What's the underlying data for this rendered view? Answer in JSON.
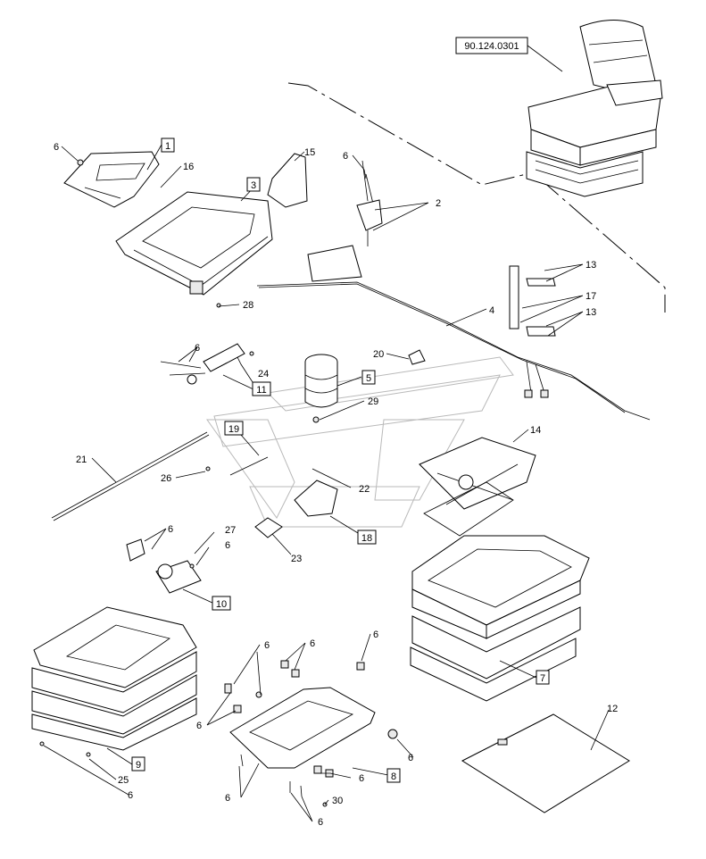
{
  "reference_code": "90.124.0301",
  "callouts_boxed": [
    "1",
    "3",
    "5",
    "7",
    "8",
    "9",
    "10",
    "11",
    "18",
    "19"
  ],
  "callouts": [
    "2",
    "4",
    "6",
    "12",
    "13",
    "14",
    "15",
    "16",
    "17",
    "20",
    "21",
    "22",
    "23",
    "24",
    "25",
    "26",
    "27",
    "28",
    "29",
    "30"
  ]
}
